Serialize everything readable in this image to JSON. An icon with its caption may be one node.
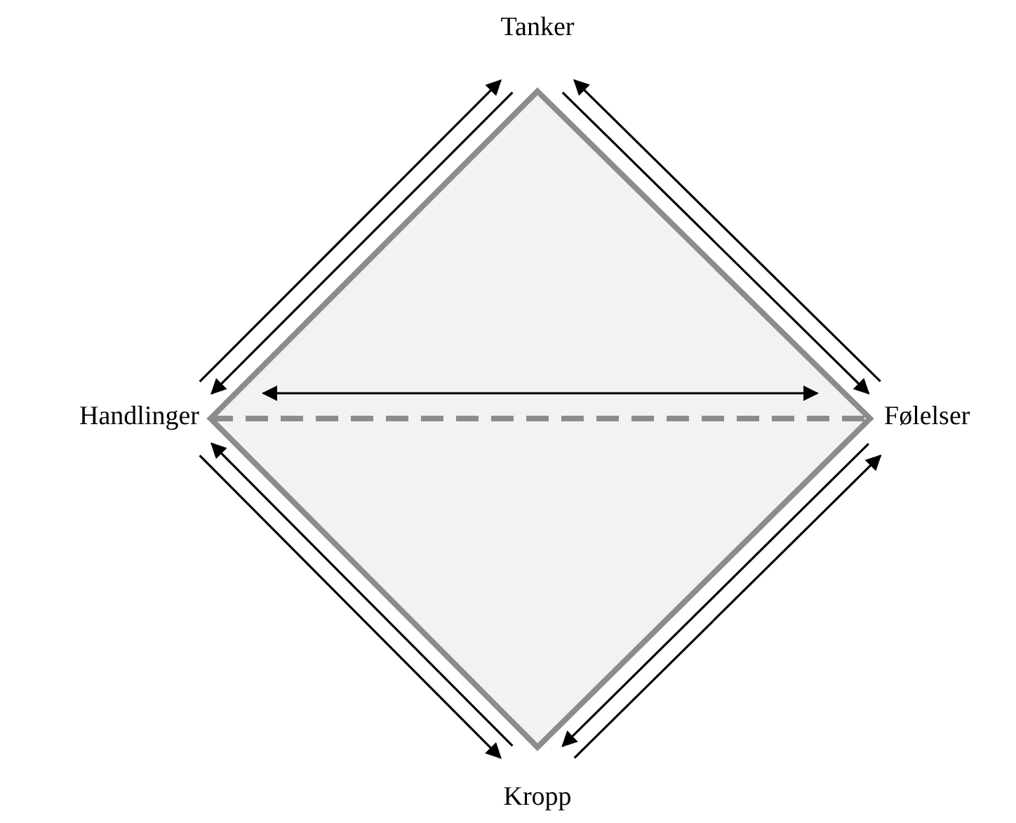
{
  "diagram": {
    "nodes": [
      {
        "text": [
          "Tanker"
        ]
      },
      {
        "text": [
          "Handlinger"
        ]
      },
      {
        "text": [
          "Følelser"
        ]
      },
      {
        "text": [
          "Kropp"
        ]
      }
    ],
    "edges": [
      {
        "from": 1,
        "to": 0,
        "arrow": "to"
      },
      {
        "from": 0,
        "to": 1,
        "arrow": "to"
      },
      {
        "from": 2,
        "to": 0,
        "arrow": "to"
      },
      {
        "from": 0,
        "to": 2,
        "arrow": "to"
      },
      {
        "from": 3,
        "to": 2,
        "arrow": "to"
      },
      {
        "from": 2,
        "to": 3,
        "arrow": "to"
      },
      {
        "from": 3,
        "to": 1,
        "arrow": "to"
      },
      {
        "from": 1,
        "to": 3,
        "arrow": "to"
      },
      {
        "from": 1,
        "to": 2,
        "arrow": "both"
      }
    ]
  }
}
